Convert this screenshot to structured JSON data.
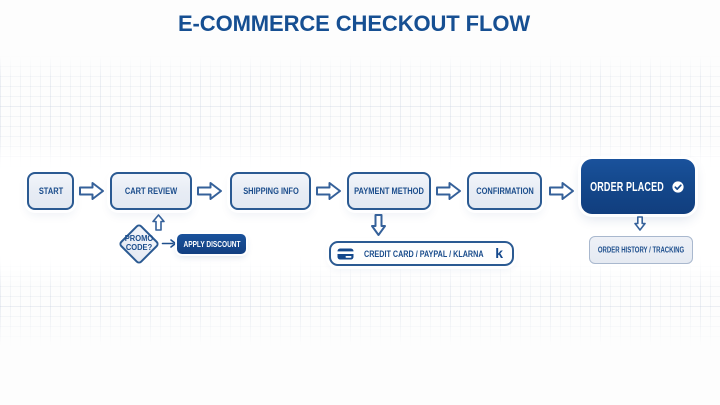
{
  "title": "E-COMMERCE CHECKOUT FLOW",
  "colors": {
    "primary_blue": "#14488c",
    "stroke_blue": "#2b5a92",
    "text_blue": "#1b4d8c",
    "light_fill": "#e9edf5",
    "background": "#fdfdfd"
  },
  "flow": {
    "steps": [
      {
        "id": "start",
        "label": "START",
        "variant": "light"
      },
      {
        "id": "cart-review",
        "label": "CART REVIEW",
        "variant": "light"
      },
      {
        "id": "shipping-info",
        "label": "SHIPPING INFO",
        "variant": "light"
      },
      {
        "id": "payment-method",
        "label": "PAYMENT METHOD",
        "variant": "light"
      },
      {
        "id": "confirmation",
        "label": "CONFIRMATION",
        "variant": "light"
      },
      {
        "id": "order-placed",
        "label": "ORDER PLACED",
        "variant": "dark",
        "icon": "check-circle"
      }
    ]
  },
  "promo": {
    "diamond_label": "PROMO CODE?",
    "action_label": "APPLY DISCOUNT"
  },
  "payment_options": {
    "label": "CREDIT CARD / PAYPAL / KLARNA",
    "icon": "credit-card-icon",
    "klarna_letter": "k"
  },
  "order_followup": {
    "label": "ORDER HISTORY / TRACKING"
  }
}
